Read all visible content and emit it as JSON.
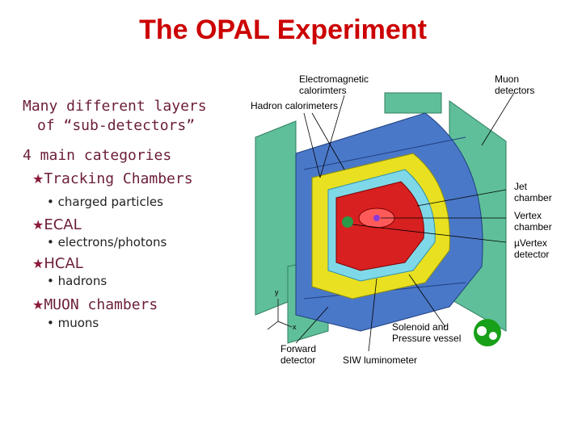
{
  "title": "The OPAL Experiment",
  "intro": {
    "line1": "Many different layers",
    "line2": "of “sub-detectors”",
    "categories_heading": "4 main categories"
  },
  "categories": [
    {
      "name": "Tracking Chambers",
      "detail": "charged particles"
    },
    {
      "name": "ECAL",
      "detail": "electrons/photons"
    },
    {
      "name": "HCAL",
      "detail": "hadrons"
    },
    {
      "name": "MUON chambers",
      "detail": "muons"
    }
  ],
  "diagram_labels": {
    "electromagnetic": "Electromagnetic calorimters",
    "muon": "Muon detectors",
    "hadron": "Hadron calorimeters",
    "jet": "Jet chamber",
    "vertex": "Vertex chamber",
    "uvertex": "µVertex detector",
    "solenoid": "Solenoid and Pressure vessel",
    "forward": "Forward detector",
    "siw": "SIW luminometer",
    "axis_y": "y",
    "axis_x": "x"
  },
  "colors": {
    "title": "#cc0000",
    "text": "#6b1d3a",
    "muon": "#5fbf9a",
    "hadron": "#4a78c8",
    "ecal": "#e8e020",
    "jet": "#d82020",
    "logo": "#18a018"
  }
}
